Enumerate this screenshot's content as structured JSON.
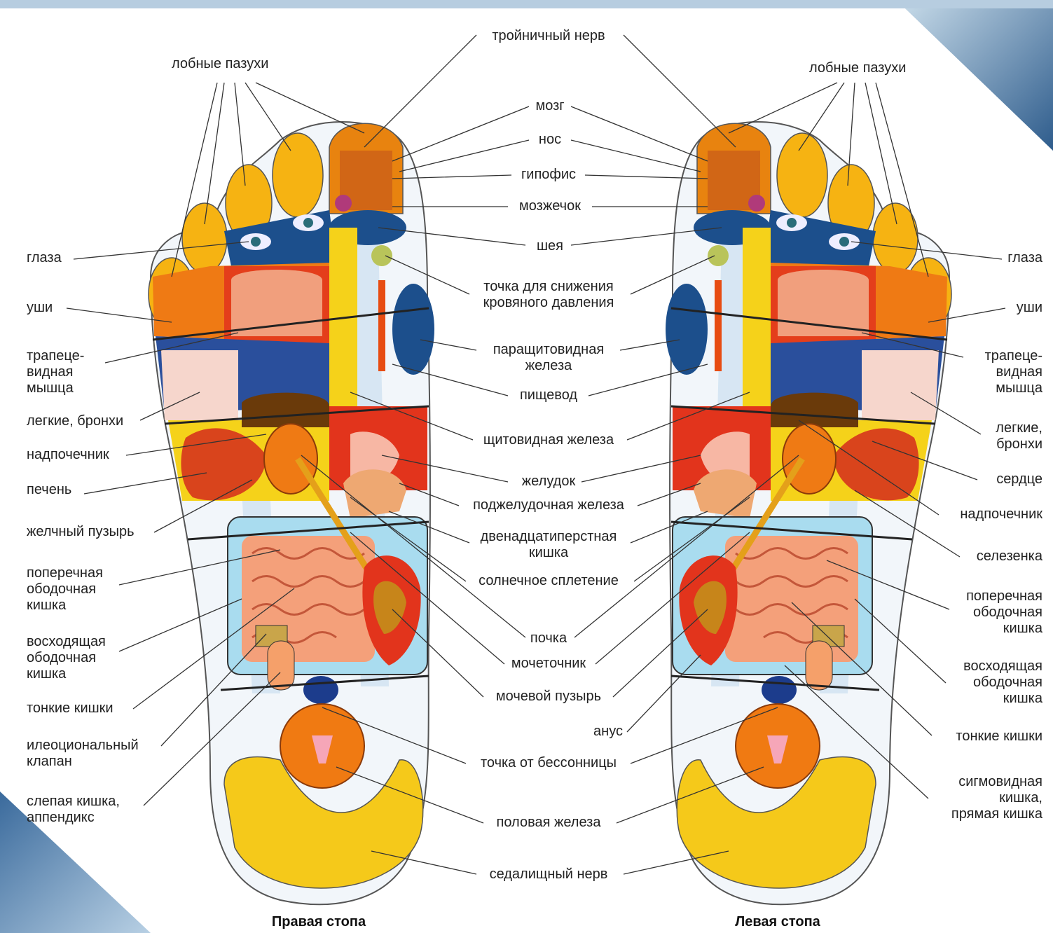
{
  "captions": {
    "right_foot": "Правая стопа",
    "left_foot": "Левая стопа"
  },
  "center_labels": {
    "trigeminal": "тройничный нерв",
    "brain": "мозг",
    "nose": "нос",
    "pituitary": "гипофис",
    "cerebellum": "мозжечок",
    "neck": "шея",
    "blood_pressure": "точка для снижения\nкровяного давления",
    "parathyroid": "паращитовидная\nжелеза",
    "esophagus": "пищевод",
    "thyroid": "щитовидная железа",
    "stomach": "желудок",
    "pancreas": "поджелудочная железа",
    "duodenum": "двенадцатиперстная\nкишка",
    "solar_plexus": "солнечное сплетение",
    "kidney": "почка",
    "ureter": "мочеточник",
    "bladder": "мочевой пузырь",
    "anus": "анус",
    "insomnia": "точка от бессонницы",
    "gonad": "половая железа",
    "sciatic": "седалищный нерв"
  },
  "left_labels": {
    "sinuses": "лобные пазухи",
    "eyes": "глаза",
    "ears": "уши",
    "trapezius": "трапеце-\nвидная\nмышца",
    "lungs": "легкие, бронхи",
    "adrenal": "надпочечник",
    "liver": "печень",
    "gallbladder": "желчный пузырь",
    "transverse_colon": "поперечная\nободочная\nкишка",
    "ascending_colon": "восходящая\nободочная\nкишка",
    "small_intestine": "тонкие кишки",
    "ileocecal": "илеоциональный\nклапан",
    "appendix": "слепая кишка,\nаппендикс"
  },
  "right_labels": {
    "sinuses": "лобные пазухи",
    "eyes": "глаза",
    "ears": "уши",
    "trapezius": "трапеце-\nвидная\nмышца",
    "lungs": "легкие,\nбронхи",
    "heart": "сердце",
    "adrenal": "надпочечник",
    "spleen": "селезенка",
    "transverse_colon": "поперечная\nободочная\nкишка",
    "ascending_colon": "восходящая\nободочная\nкишка",
    "small_intestine": "тонкие кишки",
    "sigmoid": "сигмовидная\nкишка,\nпрямая кишка"
  },
  "colors": {
    "toe_yellow": "#f6b312",
    "orange": "#f07a12",
    "red": "#e2341c",
    "blue": "#1c4f8c",
    "yellow": "#f5d21a",
    "colon_box": "#a9dcef",
    "intestine": "#f4a07a",
    "bone": "#cfe2f1",
    "frame_blue": "#3f6d9e"
  }
}
